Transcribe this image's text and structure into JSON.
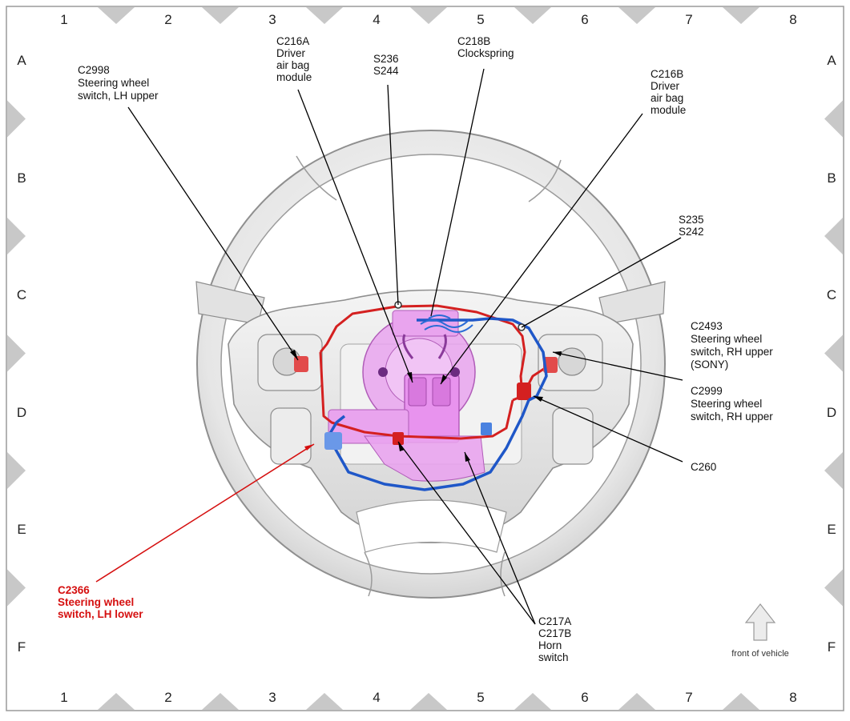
{
  "grid": {
    "columns": [
      "1",
      "2",
      "3",
      "4",
      "5",
      "6",
      "7",
      "8"
    ],
    "rows": [
      "A",
      "B",
      "C",
      "D",
      "E",
      "F"
    ]
  },
  "callouts": {
    "c2998": [
      "C2998",
      "Steering wheel",
      "switch, LH upper"
    ],
    "c216a": [
      "C216A",
      "Driver",
      "air bag",
      "module"
    ],
    "s236": [
      "S236",
      "S244"
    ],
    "c218b": [
      "C218B",
      "Clockspring"
    ],
    "c216b": [
      "C216B",
      "Driver",
      "air bag",
      "module"
    ],
    "s235": [
      "S235",
      "S242"
    ],
    "c2493": [
      "C2493",
      "Steering wheel",
      "switch, RH upper",
      "(SONY)"
    ],
    "c2999": [
      "C2999",
      "Steering wheel",
      "switch, RH upper"
    ],
    "c260": [
      "C260"
    ],
    "c2366": [
      "C2366",
      "Steering wheel",
      "switch, LH lower"
    ],
    "c217": [
      "C217A",
      "C217B",
      "Horn",
      "switch"
    ]
  },
  "orientation": {
    "label": "front of vehicle"
  },
  "colors": {
    "harness_red": "#d42020",
    "harness_blue": "#1f57c8",
    "airbag_module": "#e9a4ee",
    "highlight_callout": "#d50f0f",
    "frame": "#9a9a9a"
  }
}
